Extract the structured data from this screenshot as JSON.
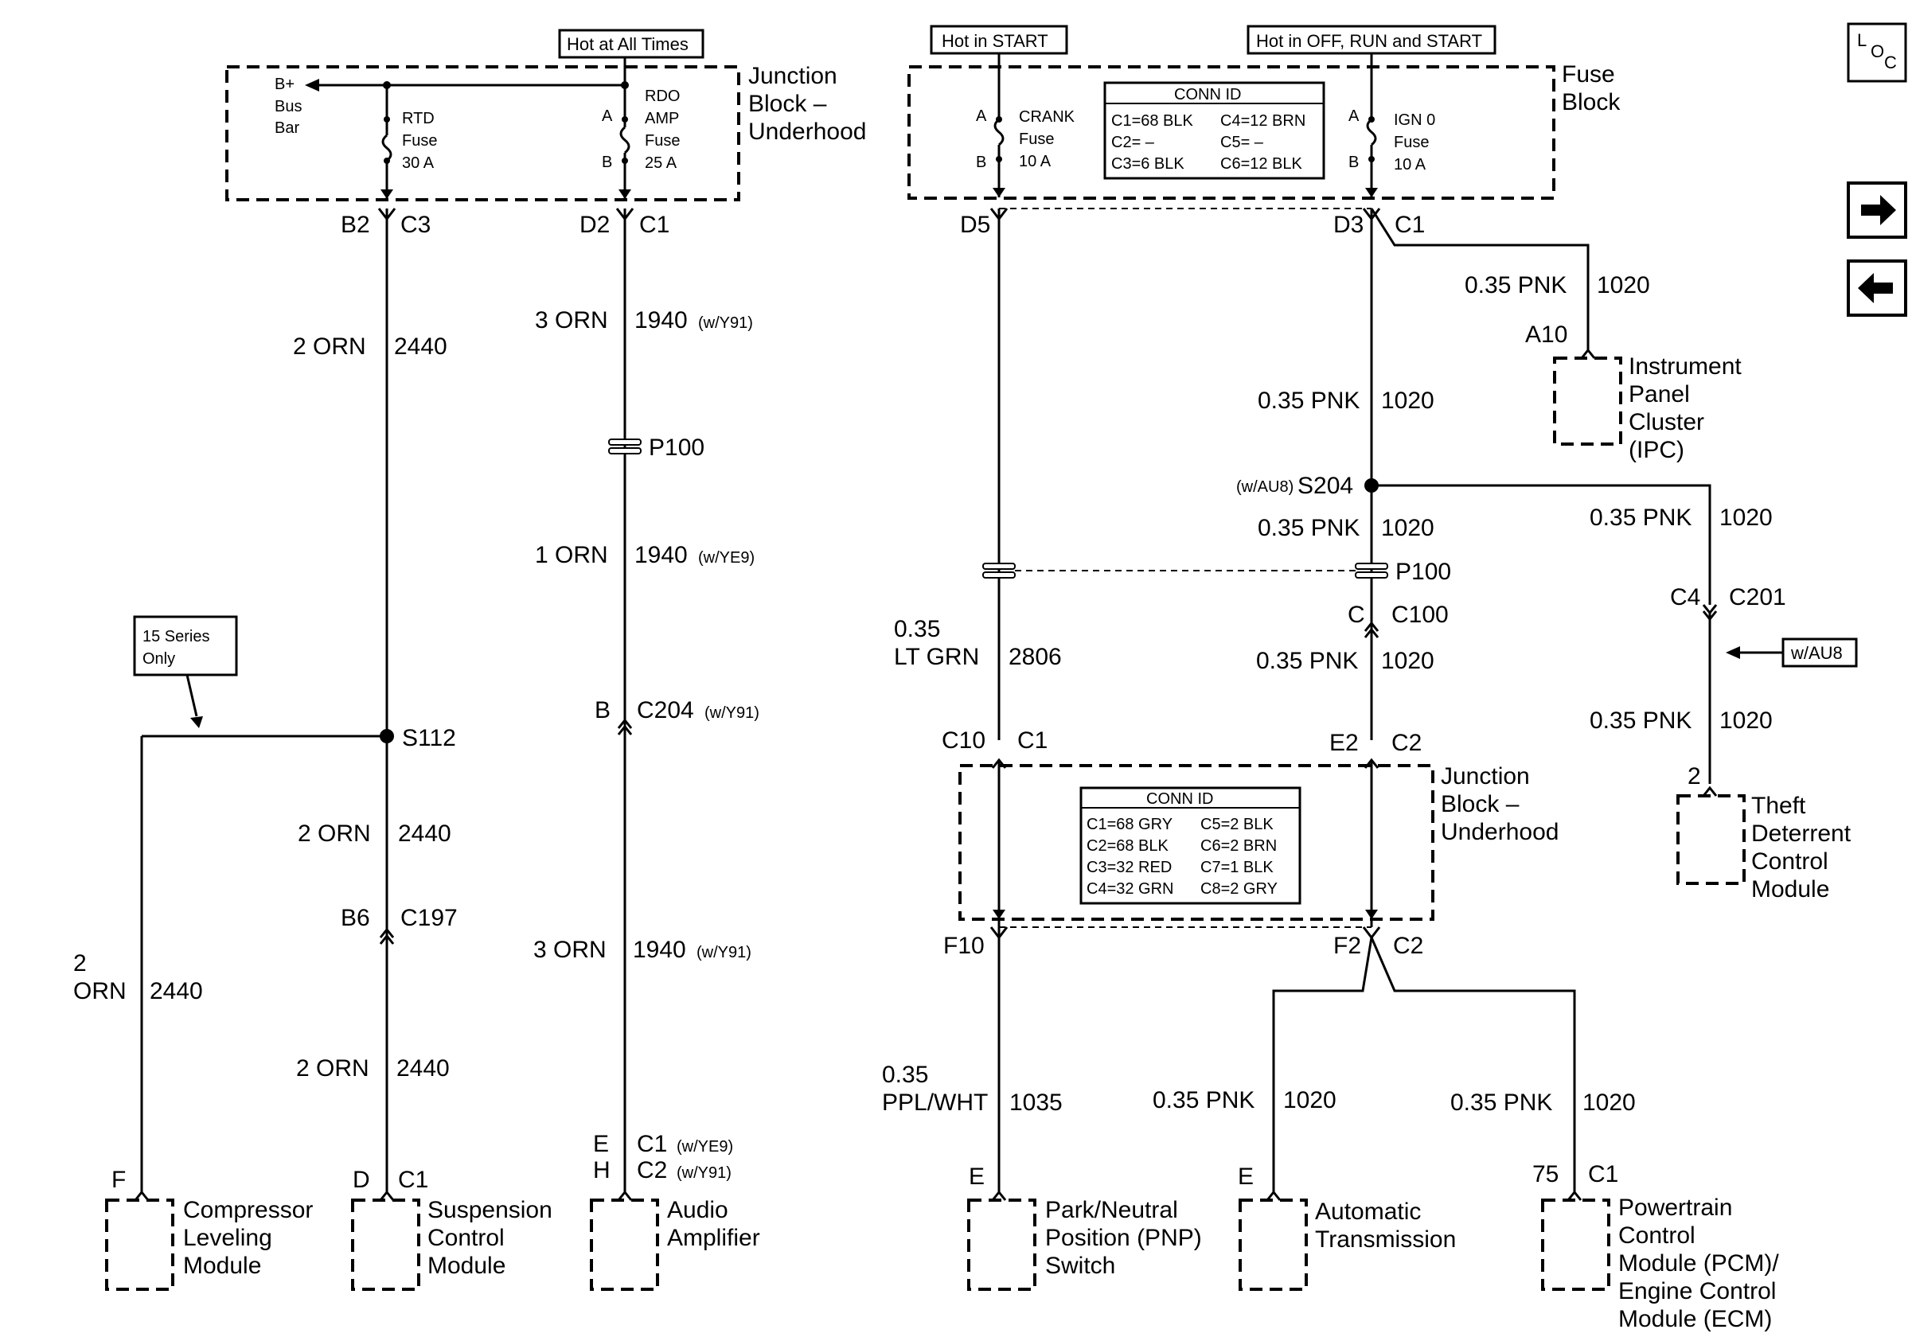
{
  "sources": {
    "hot_all_times": "Hot at All Times",
    "hot_start": "Hot in START",
    "hot_off_run_start": "Hot in OFF, RUN and START"
  },
  "junction_block_top": {
    "title_line1": "Junction",
    "title_line2": "Block –",
    "title_line3": "Underhood",
    "bus_bar": [
      "B+",
      "Bus",
      "Bar"
    ],
    "rtd_fuse": [
      "RTD",
      "Fuse",
      "30 A"
    ],
    "rdo_fuse": [
      "RDO",
      "AMP",
      "Fuse",
      "25 A"
    ],
    "pin_a": "A",
    "pin_b": "B"
  },
  "fuse_block": {
    "title_line1": "Fuse",
    "title_line2": "Block",
    "crank_fuse": [
      "CRANK",
      "Fuse",
      "10 A"
    ],
    "ign_fuse": [
      "IGN 0",
      "Fuse",
      "10 A"
    ],
    "pin_a": "A",
    "pin_b": "B",
    "conn_id": {
      "header": "CONN ID",
      "rows": [
        [
          "C1=68 BLK",
          "C4=12 BRN"
        ],
        [
          "C2=  –",
          "C5=  –"
        ],
        [
          "C3=6 BLK",
          "C6=12 BLK"
        ]
      ]
    }
  },
  "junction_block_mid": {
    "title_line1": "Junction",
    "title_line2": "Block –",
    "title_line3": "Underhood",
    "conn_id": {
      "header": "CONN ID",
      "rows": [
        [
          "C1=68 GRY",
          "C5=2 BLK"
        ],
        [
          "C2=68 BLK",
          "C6=2 BRN"
        ],
        [
          "C3=32 RED",
          "C7=1 BLK"
        ],
        [
          "C4=32 GRN",
          "C8=2 GRY"
        ]
      ]
    }
  },
  "connectors": {
    "b2": "B2",
    "c3": "C3",
    "d2": "D2",
    "c1": "C1",
    "d5": "D5",
    "d3": "D3",
    "c1b": "C1",
    "p100_left": "P100",
    "p100_right": "P100",
    "c204_pin": "B",
    "c204": "C204",
    "c204_opt": "(w/Y91)",
    "s112": "S112",
    "b6": "B6",
    "c197": "C197",
    "s204_opt": "(w/AU8)",
    "s204": "S204",
    "c100_pin": "C",
    "c100": "C100",
    "c201_pin": "C4",
    "c201": "C201",
    "a10": "A10",
    "c10": "C10",
    "c1_jb": "C1",
    "e2": "E2",
    "c2_jb": "C2",
    "f10": "F10",
    "f2": "F2",
    "c2_jb_bottom": "C2",
    "theft_pin": "2",
    "au8_note": "w/AU8",
    "series_note": [
      "15 Series",
      "Only"
    ]
  },
  "wires": {
    "w2440_a": [
      "2 ORN",
      "2440"
    ],
    "w2440_b": [
      "2 ORN",
      "2440"
    ],
    "w2440_c": [
      "2 ORN",
      "2440"
    ],
    "w2440_d": [
      "2",
      "ORN",
      "2440"
    ],
    "w1940_a": [
      "3 ORN",
      "1940",
      "(w/Y91)"
    ],
    "w1940_b": [
      "1 ORN",
      "1940",
      "(w/YE9)"
    ],
    "w1940_c": [
      "3 ORN",
      "1940",
      "(w/Y91)"
    ],
    "w2806": [
      "0.35",
      "LT GRN",
      "2806"
    ],
    "w1035": [
      "0.35",
      "PPL/WHT",
      "1035"
    ],
    "w1020_ipc": [
      "0.35 PNK",
      "1020"
    ],
    "w1020_a": [
      "0.35 PNK",
      "1020"
    ],
    "w1020_b": [
      "0.35 PNK",
      "1020"
    ],
    "w1020_c": [
      "0.35 PNK",
      "1020"
    ],
    "w1020_theft_a": [
      "0.35 PNK",
      "1020"
    ],
    "w1020_theft_b": [
      "0.35 PNK",
      "1020"
    ],
    "w1020_trans": [
      "0.35 PNK",
      "1020"
    ],
    "w1020_pcm": [
      "0.35 PNK",
      "1020"
    ]
  },
  "components": {
    "compressor": {
      "pin": "F",
      "lines": [
        "Compressor",
        "Leveling",
        "Module"
      ]
    },
    "suspension": {
      "pin": "D",
      "conn": "C1",
      "lines": [
        "Suspension",
        "Control",
        "Module"
      ]
    },
    "audio": {
      "pin1": "E",
      "conn1": "C1",
      "opt1": "(w/YE9)",
      "pin2": "H",
      "conn2": "C2",
      "opt2": "(w/Y91)",
      "lines": [
        "Audio",
        "Amplifier"
      ]
    },
    "pnp": {
      "pin": "E",
      "lines": [
        "Park/Neutral",
        "Position (PNP)",
        "Switch"
      ]
    },
    "trans": {
      "pin": "E",
      "lines": [
        "Automatic",
        "Transmission"
      ]
    },
    "pcm": {
      "pin": "75",
      "conn": "C1",
      "lines": [
        "Powertrain",
        "Control",
        "Module (PCM)/",
        "Engine Control",
        "Module (ECM)"
      ]
    },
    "ipc": {
      "lines": [
        "Instrument",
        "Panel",
        "Cluster",
        "(IPC)"
      ]
    },
    "theft": {
      "lines": [
        "Theft",
        "Deterrent",
        "Control",
        "Module"
      ]
    }
  },
  "nav": {
    "loc_l": "L",
    "loc_o": "O",
    "loc_c": "C"
  },
  "icons": [
    "loc-icon",
    "arrow-right-icon",
    "arrow-left-icon"
  ]
}
